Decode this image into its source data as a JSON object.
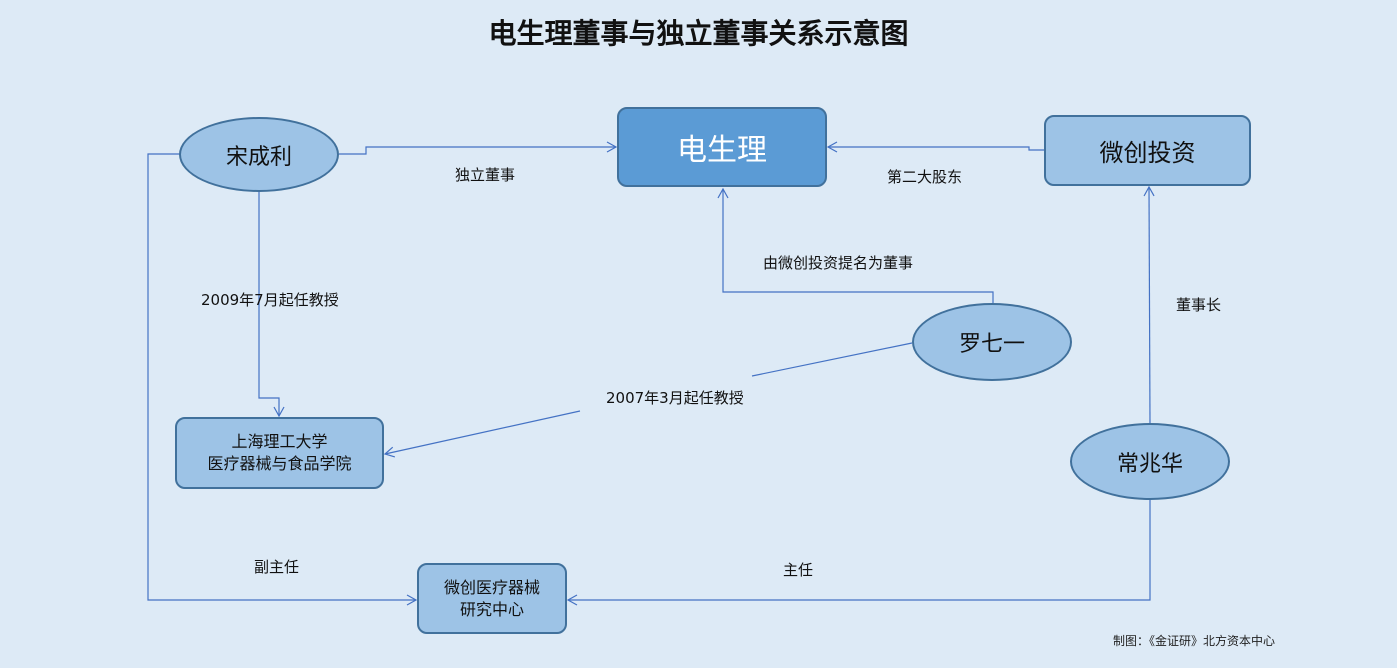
{
  "title": "电生理董事与独立董事关系示意图",
  "nodes": {
    "song": "宋成利",
    "dianshengli": "电生理",
    "weichuang_invest": "微创投资",
    "luo": "罗七一",
    "chang": "常兆华",
    "shanghai_line1": "上海理工大学",
    "shanghai_line2": "医疗器械与食品学院",
    "research_line1": "微创医疗器械",
    "research_line2": "研究中心"
  },
  "edges": {
    "independent_director": "独立董事",
    "second_shareholder": "第二大股东",
    "nominated_director": "由微创投资提名为董事",
    "professor_2009": "2009年7月起任教授",
    "professor_2007": "2007年3月起任教授",
    "chairman": "董事长",
    "deputy_director": "副主任",
    "director": "主任"
  },
  "footer": "制图：《金证研》北方资本中心",
  "colors": {
    "background": "#ddeaf6",
    "node_fill": "#9dc3e6",
    "node_border": "#41719c",
    "main_fill": "#5b9bd5",
    "line": "#4472c4"
  }
}
